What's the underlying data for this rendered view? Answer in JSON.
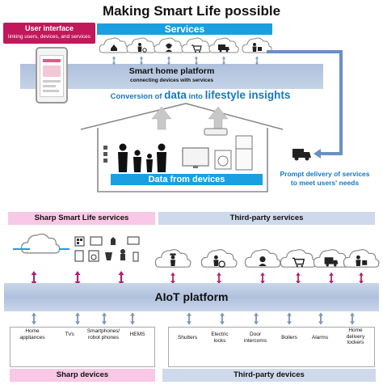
{
  "title": "Making Smart Life possible",
  "user_interface": {
    "title": "User interface",
    "subtitle": "linking users, devices, and services"
  },
  "services_label": "Services",
  "smart_home": {
    "title": "Smart home platform",
    "subtitle": "connecting devices with services"
  },
  "conversion": {
    "prefix": "Conversion of ",
    "data": "data",
    "into": " into ",
    "insights": "lifestyle insights"
  },
  "data_from_devices": "Data from devices",
  "prompt_delivery": [
    "Prompt delivery of services",
    "to meet users' needs"
  ],
  "sharp_smart_life_services": "Sharp Smart Life services",
  "third_party_services": "Third-party services",
  "aiot_platform": "AIoT platform",
  "sharp_devices": {
    "label": "Sharp devices",
    "items": [
      {
        "name": "Home appliances",
        "lines": [
          "Home",
          "appliances"
        ]
      },
      {
        "name": "TVs",
        "lines": [
          "TVs"
        ]
      },
      {
        "name": "Smartphones/robot phones",
        "lines": [
          "Smartphones/",
          "robot phones"
        ]
      },
      {
        "name": "HEMS",
        "lines": [
          "HEMS"
        ]
      }
    ]
  },
  "third_party_devices": {
    "label": "Third-party devices",
    "items": [
      {
        "name": "Shutters",
        "lines": [
          "Shutters"
        ]
      },
      {
        "name": "Electric locks",
        "lines": [
          "Electric",
          "locks"
        ]
      },
      {
        "name": "Door intercoms",
        "lines": [
          "Door",
          "intercoms"
        ]
      },
      {
        "name": "Boilers",
        "lines": [
          "Boilers"
        ]
      },
      {
        "name": "Alarms",
        "lines": [
          "Alarms"
        ]
      },
      {
        "name": "Home delivery lockers",
        "lines": [
          "Home",
          "delivery",
          "lockers"
        ]
      }
    ]
  },
  "icons": {
    "top_services": [
      "cloud-home-icon",
      "cloud-care-icon",
      "cloud-operator-icon",
      "cloud-cart-icon",
      "cloud-truck-icon",
      "cloud-delivery-icon"
    ],
    "third_party_services": [
      "cloud-police-icon",
      "cloud-wheelchair-icon",
      "cloud-operator-icon",
      "cloud-cart-icon",
      "cloud-truck-icon",
      "cloud-delivery-icon"
    ]
  },
  "colors": {
    "accent_blue": "#1aa0e0",
    "magenta": "#c2185b",
    "pink": "#f8c8e6",
    "band_blue": "#c9d6ea",
    "arrow_magenta": "#b0206a",
    "arrow_gray": "#7f96b3",
    "link_blue": "#1479c4"
  }
}
